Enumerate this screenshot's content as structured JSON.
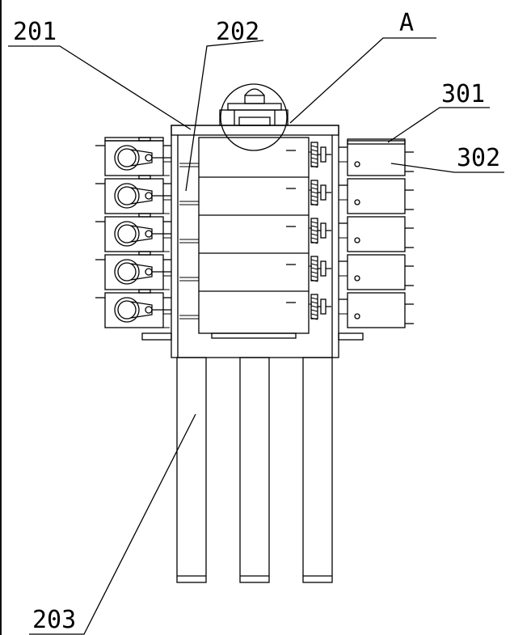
{
  "labels": {
    "l201": "201",
    "l202": "202",
    "lA": "A",
    "l301": "301",
    "l302": "302",
    "l203": "203"
  },
  "modules_count": 5,
  "leg_count": 3
}
